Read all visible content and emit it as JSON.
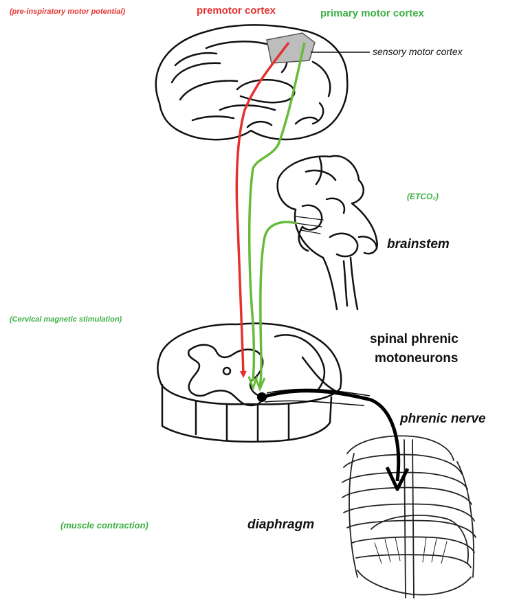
{
  "labels": {
    "pre_inspiratory": "(pre-inspiratory motor potential)",
    "premotor_cortex": "premotor cortex",
    "primary_motor_cortex": "primary motor cortex",
    "sensory_motor_cortex": "sensory motor cortex",
    "etco2": "(ETCO₂)",
    "brainstem": "brainstem",
    "cervical_stimulation": "(Cervical magnetic stimulation)",
    "spinal_phrenic_line1": "spinal phrenic",
    "spinal_phrenic_line2": "motoneurons",
    "phrenic_nerve": "phrenic nerve",
    "muscle_contraction": "(muscle contraction)",
    "diaphragm": "diaphragm"
  },
  "colors": {
    "premotor_pathway": "#e5312e",
    "primary_motor_pathway": "#66bb3a",
    "phrenic_nerve_pathway": "#000000",
    "cortex_highlight": "#bdbdbd",
    "label_green": "#3cb043"
  },
  "icons": [
    "brain-icon",
    "brainstem-icon",
    "spinal-cord-icon",
    "ribcage-icon"
  ]
}
